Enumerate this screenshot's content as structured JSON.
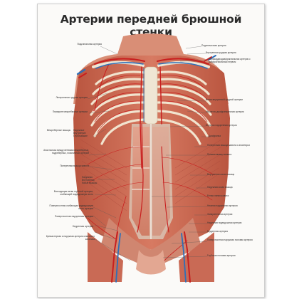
{
  "poster": {
    "title": "Артерии передней брюшной стенки"
  },
  "labels": {
    "left": [
      {
        "id": "l1",
        "text": "Подключичная артерия"
      },
      {
        "id": "l2",
        "text": "Латеральная грудная артерия"
      },
      {
        "id": "l3",
        "text": "Передние межреберные артерии"
      },
      {
        "id": "l4",
        "text": "Межреберные мышцы"
      },
      {
        "id": "l4a",
        "text": "Наружные"
      },
      {
        "id": "l4b",
        "text": "Внутренние"
      },
      {
        "id": "l4c",
        "text": "Глубочайшие"
      },
      {
        "id": "l5",
        "text": "Анастомозы между ветвями межреберных, подреберных, поясничных артерий"
      },
      {
        "id": "l6",
        "text": "Поперечная мышца живота"
      },
      {
        "id": "l7",
        "text": "Наружная"
      },
      {
        "id": "l8",
        "text": "Внутренняя"
      },
      {
        "id": "l9",
        "text": "Косые мышцы"
      },
      {
        "id": "l10",
        "text": "Восходящая ветвь глубокой артерии, огибающей подвздошную кость"
      },
      {
        "id": "l11",
        "text": "Поверхностная огибающая подвздошную кость артерия"
      },
      {
        "id": "l12",
        "text": "Поверхностная надчревная артерия"
      },
      {
        "id": "l13",
        "text": "Бедренная артерия"
      },
      {
        "id": "l14",
        "text": "Кремастерная и наружная артерия семенного канатика"
      }
    ],
    "right": [
      {
        "id": "r1",
        "text": "Подключичная артерия"
      },
      {
        "id": "r2",
        "text": "Внутренняя грудная артерия"
      },
      {
        "id": "r3",
        "text": "Перикардиодиафрагмальная артерия с диафрагмальным нервом"
      },
      {
        "id": "r4",
        "text": "Ветви внутренней грудной артерии"
      },
      {
        "id": "r5",
        "text": "Мышечно-диафрагмальная артерия"
      },
      {
        "id": "r6",
        "text": "Верхняя надчревная артерия"
      },
      {
        "id": "r7",
        "text": "Диафрагма"
      },
      {
        "id": "r8",
        "text": "Поперечная мышца живота и апоневроз"
      },
      {
        "id": "r9",
        "text": "Прямая мышца живота"
      },
      {
        "id": "r10",
        "text": "Внутренняя косая мышца"
      },
      {
        "id": "r11",
        "text": "Наружная косая мышца"
      },
      {
        "id": "r12",
        "text": "Белая линия живота"
      },
      {
        "id": "r13",
        "text": "Нижняя надчревная артерия"
      },
      {
        "id": "r14",
        "text": "Запирательная артерия"
      },
      {
        "id": "r15",
        "text": "Наружная подвздошная артерия"
      },
      {
        "id": "r16",
        "text": "Бедренная артерия"
      },
      {
        "id": "r17",
        "text": "Поверхностная наружная половая артерия"
      },
      {
        "id": "r18",
        "text": "Глубокая половая артерия"
      }
    ]
  },
  "colors": {
    "artery": "#c81e1e",
    "vein": "#2d6fb8",
    "muscle": "#c96a55",
    "muscle_light": "#e3a792",
    "fascia": "#d9c3b3",
    "bone": "#efe6d4",
    "skin": "#f2d7c8"
  }
}
